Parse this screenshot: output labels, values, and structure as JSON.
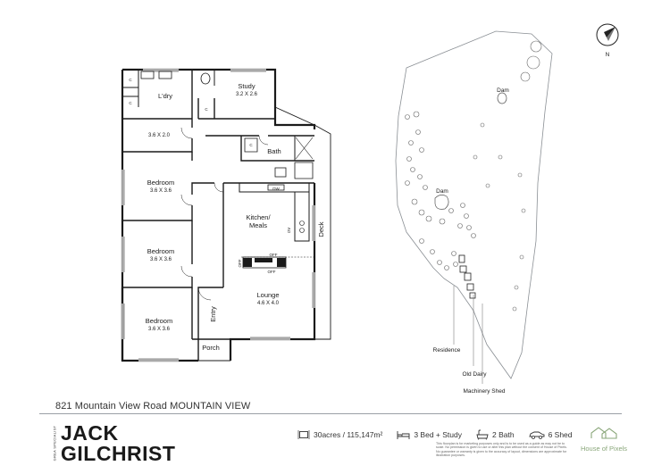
{
  "rooms": {
    "laundry": "L'dry",
    "study": "Study",
    "study_dim": "3.2 X 2.6",
    "hall_dim": "3.6 X 2.0",
    "bath": "Bath",
    "bedroom1": "Bedroom",
    "bedroom1_dim": "3.6 X 3.6",
    "bedroom2": "Bedroom",
    "bedroom2_dim": "3.6 X 3.6",
    "bedroom3": "Bedroom",
    "bedroom3_dim": "3.6 X 3.6",
    "kitchen_line1": "Kitchen/",
    "kitchen_line2": "Meals",
    "lounge": "Lounge",
    "lounge_dim": "4.6 X 4.0",
    "entry": "Entry",
    "porch": "Porch",
    "deck": "Deck",
    "cupboard": "C",
    "appliance_ov": "OV",
    "appliance_dw": "DW",
    "appliance_off1": "OFF",
    "appliance_off2": "OFF",
    "appliance_off3": "OFF"
  },
  "site": {
    "dam_north": "Dam",
    "dam_south": "Dam",
    "residence": "Residence",
    "old_dairy": "Old Dairy",
    "machinery_shed": "Machinery Shed",
    "compass_n": "N"
  },
  "footer": {
    "address": "821 Mountain View Road MOUNTAIN VIEW",
    "brand_line1": "JACK",
    "brand_line2": "GILCHRIST",
    "brand_side": "GREA SPECIALIST",
    "stats": {
      "land": "30acres / 115,147m²",
      "bed": "3 Bed + Study",
      "bath": "2 Bath",
      "shed": "6 Shed"
    },
    "disclaimer": "This floorplan is for marketing purposes only and is to be used as a guide as may not be to scale. No permission is given to use or alter this plan without the consent of House of Pixels. No guarantee or warranty is given to the accuracy of layout, dimensions are approximate for illustration purposes.",
    "company": "House of Pixels"
  },
  "colors": {
    "wall": "#1a1a1a",
    "site_outline": "#8a8f94",
    "accent_green": "#8aa77a"
  }
}
